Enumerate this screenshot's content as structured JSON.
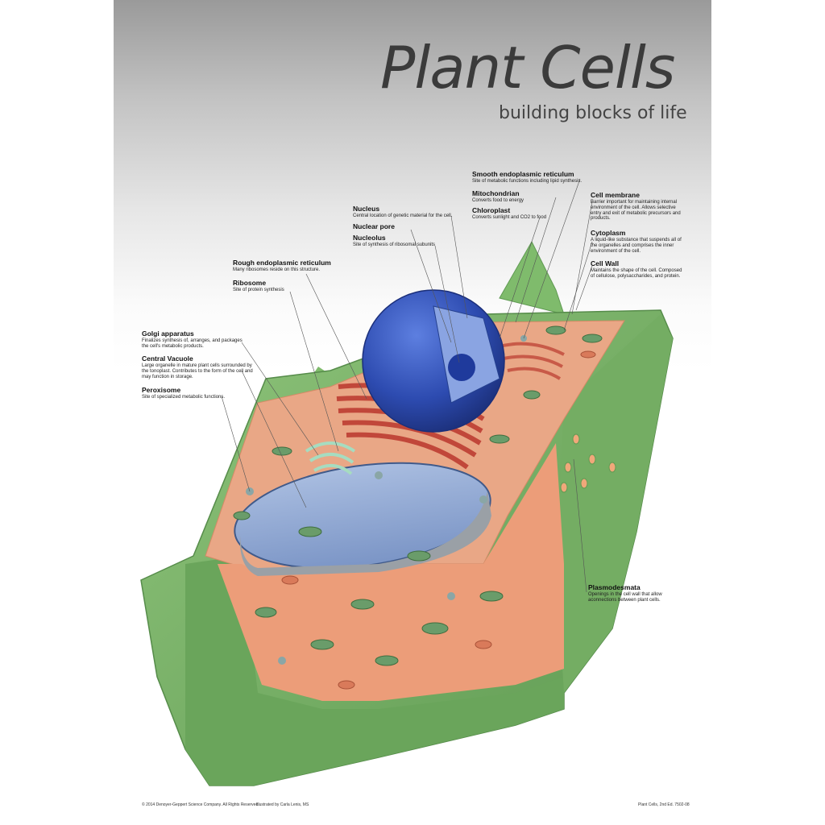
{
  "poster": {
    "title": "Plant Cells",
    "subtitle": "building  blocks of life"
  },
  "labels": {
    "smooth_er": {
      "title": "Smooth endoplasmic reticulum",
      "desc": "Site of metabolic functions including lipid synthesis."
    },
    "mitochondrian": {
      "title": "Mitochondrian",
      "desc": "Converts food to energy"
    },
    "chloroplast": {
      "title": "Chloroplast",
      "desc": "Converts sunlight and CO2 to food"
    },
    "cell_membrane": {
      "title": "Cell membrane",
      "desc": "Barrier important for maintaining internal environment of the cell. Allows selective entry and exit of metabolic precursors and products."
    },
    "cytoplasm": {
      "title": "Cytoplasm",
      "desc": "A liquid-like substance that suspends all of the organelles and comprises the inner environment of the cell."
    },
    "cell_wall": {
      "title": "Cell Wall",
      "desc": "Maintains the shape of the cell. Composed of cellulose, polysaccharides, and protein."
    },
    "nucleus": {
      "title": "Nucleus",
      "desc": "Central location of genetic material for the cell."
    },
    "nuclear_pore": {
      "title": "Nuclear pore",
      "desc": ""
    },
    "nucleolus": {
      "title": "Nucleolus",
      "desc": "Site of synthesis of ribosomal subunits"
    },
    "rough_er": {
      "title": "Rough endoplasmic reticulum",
      "desc": "Many ribosomes reside on this structure."
    },
    "ribosome": {
      "title": "Ribosome",
      "desc": "Site of protein synthesis"
    },
    "golgi": {
      "title": "Golgi apparatus",
      "desc": "Finalizes synthesis of, arranges, and packages the cell's metabolic products."
    },
    "central_vacuole": {
      "title": "Central Vacuole",
      "desc": "Large organelle in mature plant cells surrounded by the tonoplast. Contributes to the form of the cell and may function in storage."
    },
    "peroxisome": {
      "title": "Peroxisome",
      "desc": "Site of specialized metabolic functions."
    },
    "plasmodesmata": {
      "title": "Plasmodesmata",
      "desc": "Openings in the cell wall that allow aconnections between plant cells."
    }
  },
  "footer": {
    "copyright": "© 2014 Denoyer-Geppert Science Company. All Rights Reserved.",
    "illustrator": "Illustrated by Carla Lenis, MS",
    "edition": "Plant Cells, 2nd Ed.  7502-08"
  },
  "colors": {
    "cell_wall": "#78b466",
    "cytoplasm": "#e8a07c",
    "nucleus": "#2f4fb0",
    "vacuole": "#8fa6cf",
    "rough_er": "#c1473a",
    "chloroplast": "#6a9c6a"
  }
}
